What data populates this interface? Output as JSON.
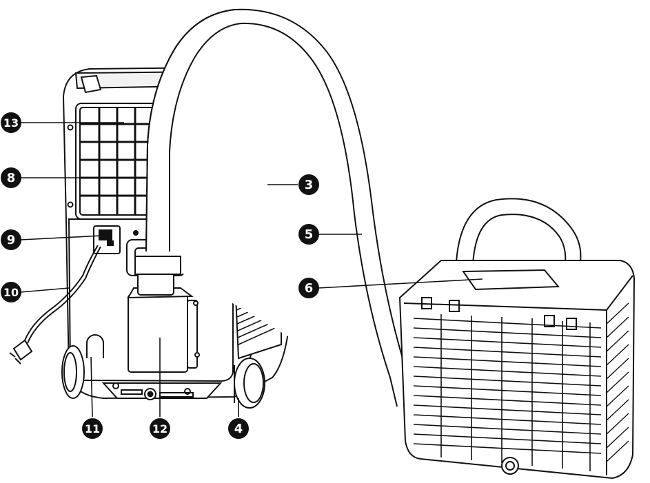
{
  "callouts": {
    "c13": "13",
    "c8": "8",
    "c9": "9",
    "c10": "10",
    "c3": "3",
    "c5": "5",
    "c6": "6",
    "c11": "11",
    "c12": "12",
    "c4": "4"
  },
  "colors": {
    "ink": "#111111",
    "badge": "#111111",
    "paper": "#ffffff",
    "shade": "#e9e9e9"
  }
}
